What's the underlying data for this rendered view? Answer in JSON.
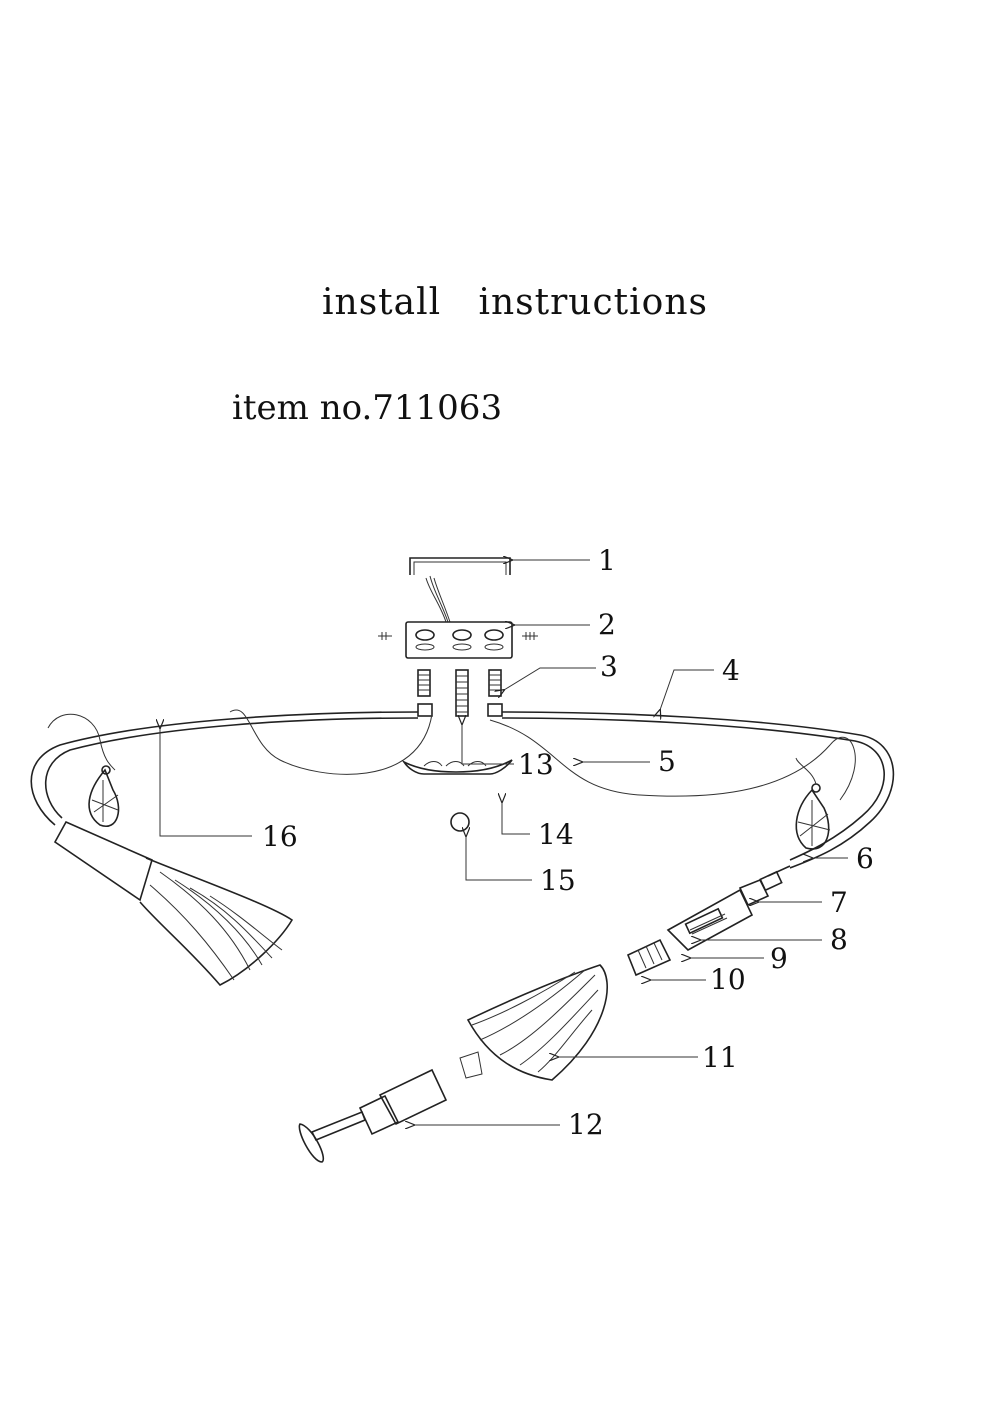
{
  "header": {
    "title": "install   instructions",
    "item_number": "item no.711063"
  },
  "callouts": [
    {
      "id": "1",
      "label": "1"
    },
    {
      "id": "2",
      "label": "2"
    },
    {
      "id": "3",
      "label": "3"
    },
    {
      "id": "4",
      "label": "4"
    },
    {
      "id": "5",
      "label": "5"
    },
    {
      "id": "6",
      "label": "6"
    },
    {
      "id": "7",
      "label": "7"
    },
    {
      "id": "8",
      "label": "8"
    },
    {
      "id": "9",
      "label": "9"
    },
    {
      "id": "10",
      "label": "10"
    },
    {
      "id": "11",
      "label": "11"
    },
    {
      "id": "12",
      "label": "12"
    },
    {
      "id": "13",
      "label": "13"
    },
    {
      "id": "14",
      "label": "14"
    },
    {
      "id": "15",
      "label": "15"
    },
    {
      "id": "16",
      "label": "16"
    }
  ]
}
